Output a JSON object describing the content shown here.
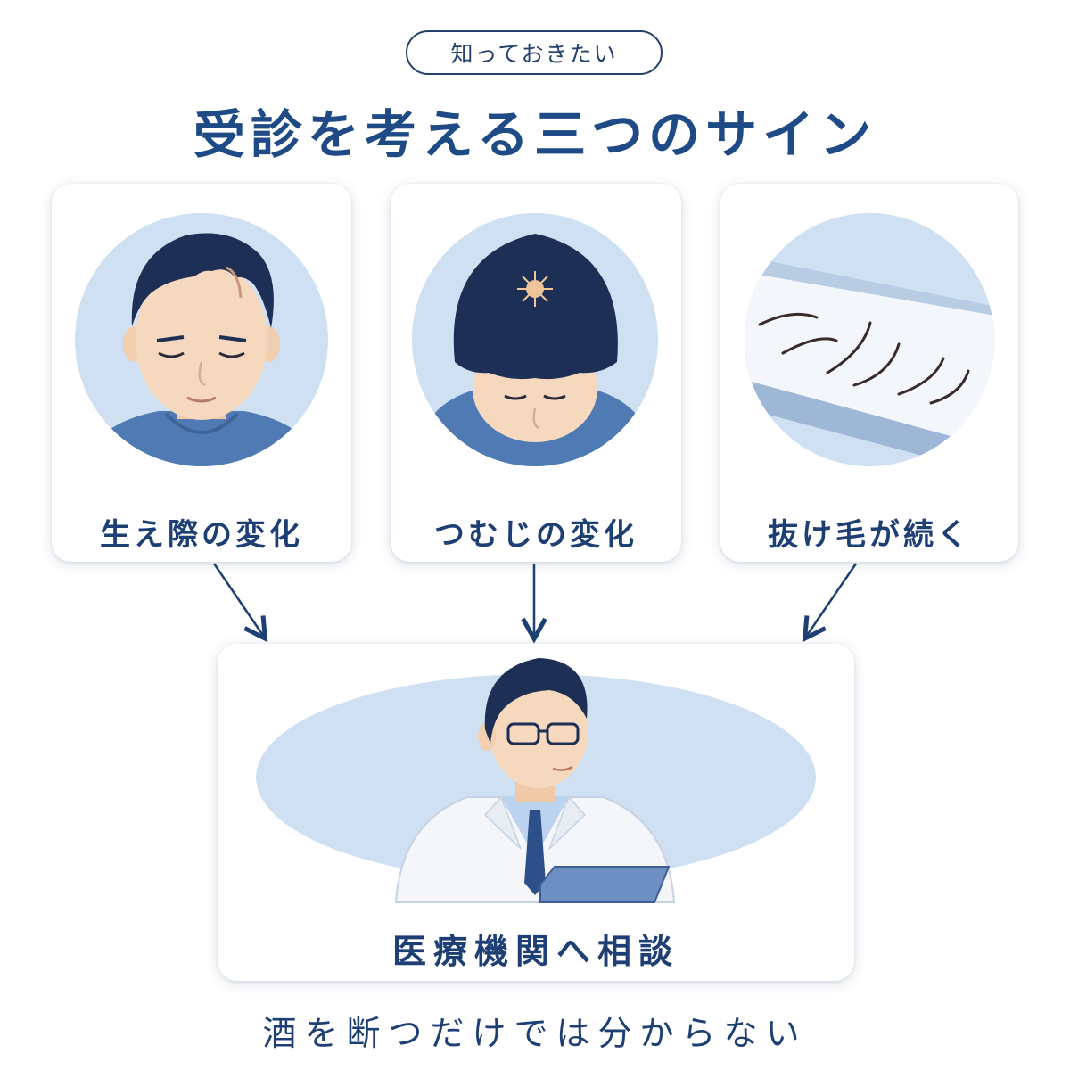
{
  "header": {
    "badge": "知っておきたい",
    "title": "受診を考える三つのサイン"
  },
  "signs": [
    {
      "label": "生え際の変化"
    },
    {
      "label": "つむじの変化"
    },
    {
      "label": "抜け毛が続く"
    }
  ],
  "consult": {
    "label": "医療機関へ相談"
  },
  "footer": {
    "note": "酒を断つだけでは分からない"
  },
  "colors": {
    "navy": "#1e3f73",
    "title_blue": "#1e4b86",
    "circle_bg": "#cfe0f3",
    "shirt": "#4f7ab3",
    "hair": "#1d2f55",
    "skin": "#f5d8bd"
  }
}
